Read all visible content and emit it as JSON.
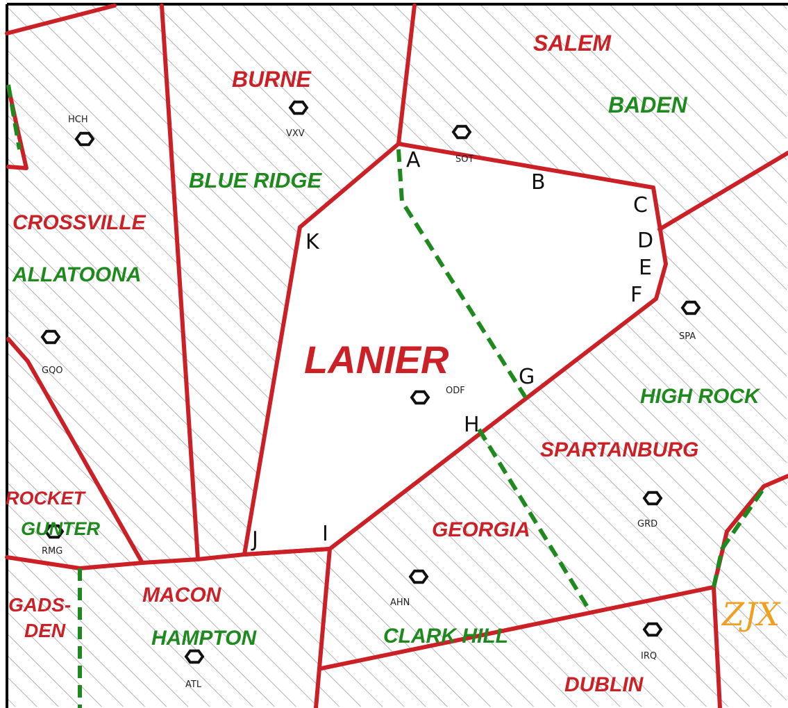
{
  "main_label": "LANIER",
  "center_label": "ZJX",
  "sectors_red": [
    {
      "id": "salem",
      "name": "SALEM"
    },
    {
      "id": "burne",
      "name": "BURNE"
    },
    {
      "id": "crossville",
      "name": "CROSSVILLE"
    },
    {
      "id": "spartanburg",
      "name": "SPARTANBURG"
    },
    {
      "id": "georgia",
      "name": "GEORGIA"
    },
    {
      "id": "macon",
      "name": "MACON"
    },
    {
      "id": "rocket",
      "name": "ROCKET"
    },
    {
      "id": "gads",
      "name": "GADS-"
    },
    {
      "id": "den",
      "name": "DEN"
    },
    {
      "id": "dublin",
      "name": "DUBLIN"
    }
  ],
  "sectors_green": [
    {
      "id": "baden",
      "name": "BADEN"
    },
    {
      "id": "blue-ridge",
      "name": "BLUE RIDGE"
    },
    {
      "id": "allatoona",
      "name": "ALLATOONA"
    },
    {
      "id": "high-rock",
      "name": "HIGH ROCK"
    },
    {
      "id": "gunter",
      "name": "GUNTER"
    },
    {
      "id": "hampton",
      "name": "HAMPTON"
    },
    {
      "id": "clark-hill",
      "name": "CLARK HILL"
    }
  ],
  "navaids": [
    {
      "id": "hch",
      "code": "HCH"
    },
    {
      "id": "vxv",
      "code": "VXV"
    },
    {
      "id": "sot",
      "code": "SOT"
    },
    {
      "id": "spa",
      "code": "SPA"
    },
    {
      "id": "gqo",
      "code": "GQO"
    },
    {
      "id": "odf",
      "code": "ODF"
    },
    {
      "id": "grd",
      "code": "GRD"
    },
    {
      "id": "rmg",
      "code": "RMG"
    },
    {
      "id": "ahn",
      "code": "AHN"
    },
    {
      "id": "irq",
      "code": "IRQ"
    },
    {
      "id": "atl",
      "code": "ATL"
    }
  ],
  "points": [
    "A",
    "B",
    "C",
    "D",
    "E",
    "F",
    "G",
    "H",
    "I",
    "J",
    "K"
  ],
  "colors": {
    "boundary": "#cc2027",
    "split_line": "#1e8a1e",
    "hatch": "#8a8a8a",
    "center_label": "#f0a020"
  }
}
